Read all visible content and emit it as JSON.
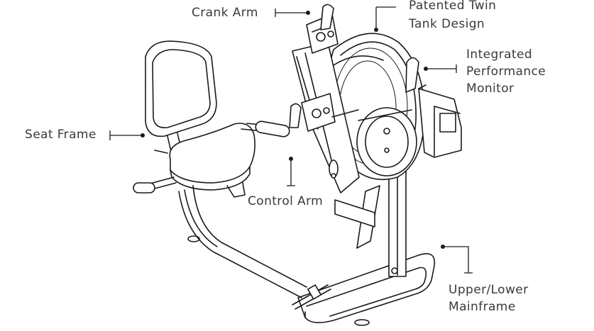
{
  "labels": {
    "crank_arm": "Crank Arm",
    "tank_line1": "Patented Twin",
    "tank_line2": "Tank Design",
    "monitor_line1": "Integrated",
    "monitor_line2": "Performance",
    "monitor_line3": "Monitor",
    "seat_frame": "Seat Frame",
    "control_arm": "Control Arm",
    "mainframe_line1": "Upper/Lower",
    "mainframe_line2": "Mainframe"
  },
  "colors": {
    "text": "#3a3a3a",
    "line": "#1a1a1a",
    "background": "#ffffff"
  }
}
